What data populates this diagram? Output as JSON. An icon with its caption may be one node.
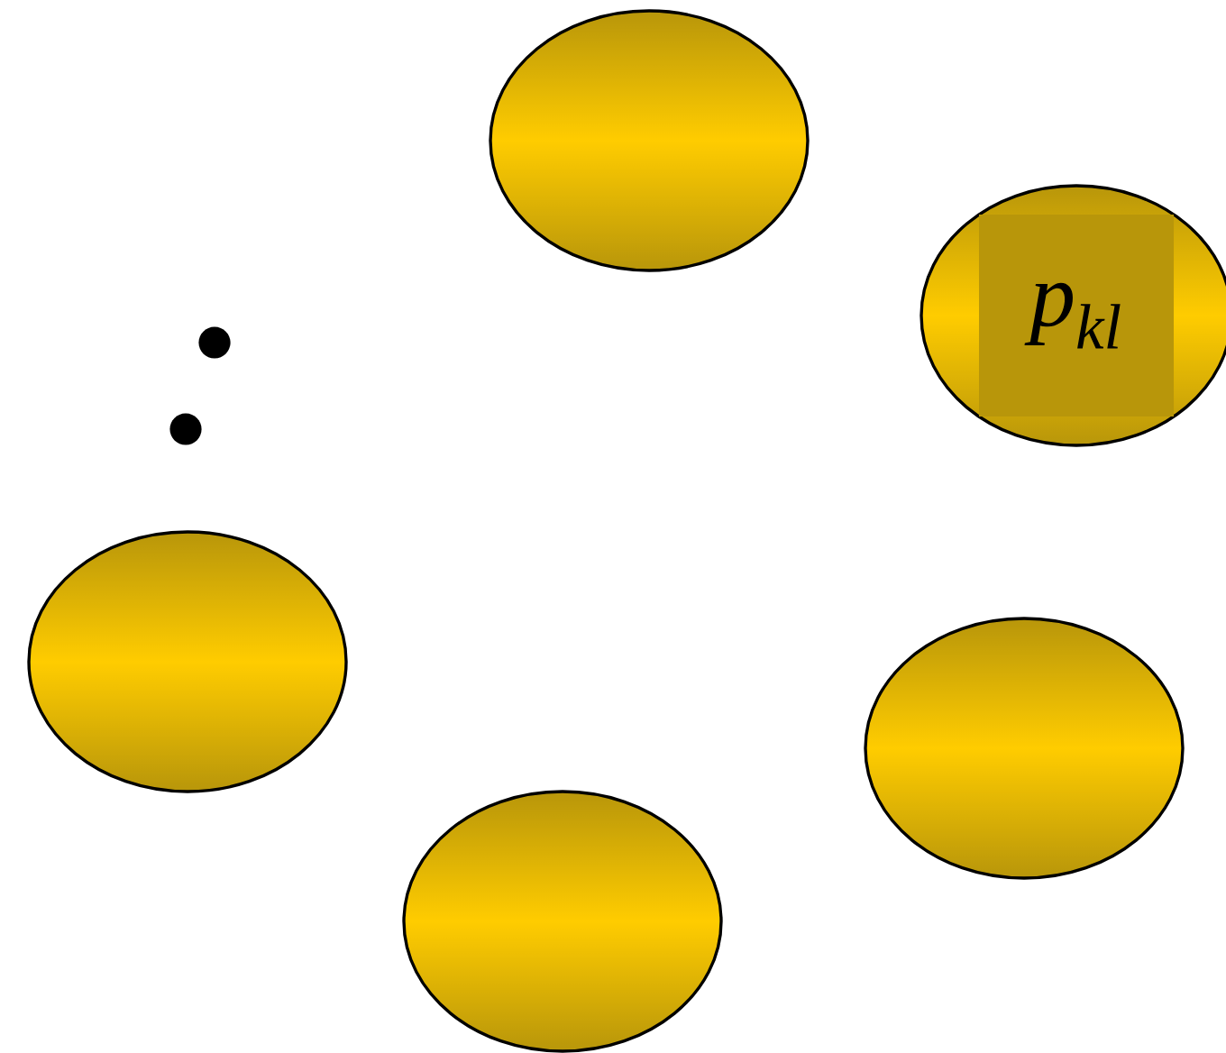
{
  "diagram": {
    "nodes": [
      {
        "text": [],
        "shape": "ellipse"
      },
      {
        "text": [
          "p$_{kl}$"
        ]
      },
      {
        "text": [],
        "shape": "ellipse"
      },
      {
        "text": [],
        "shape": "ellipse"
      },
      {
        "text": [],
        "shape": "ellipse"
      }
    ]
  }
}
